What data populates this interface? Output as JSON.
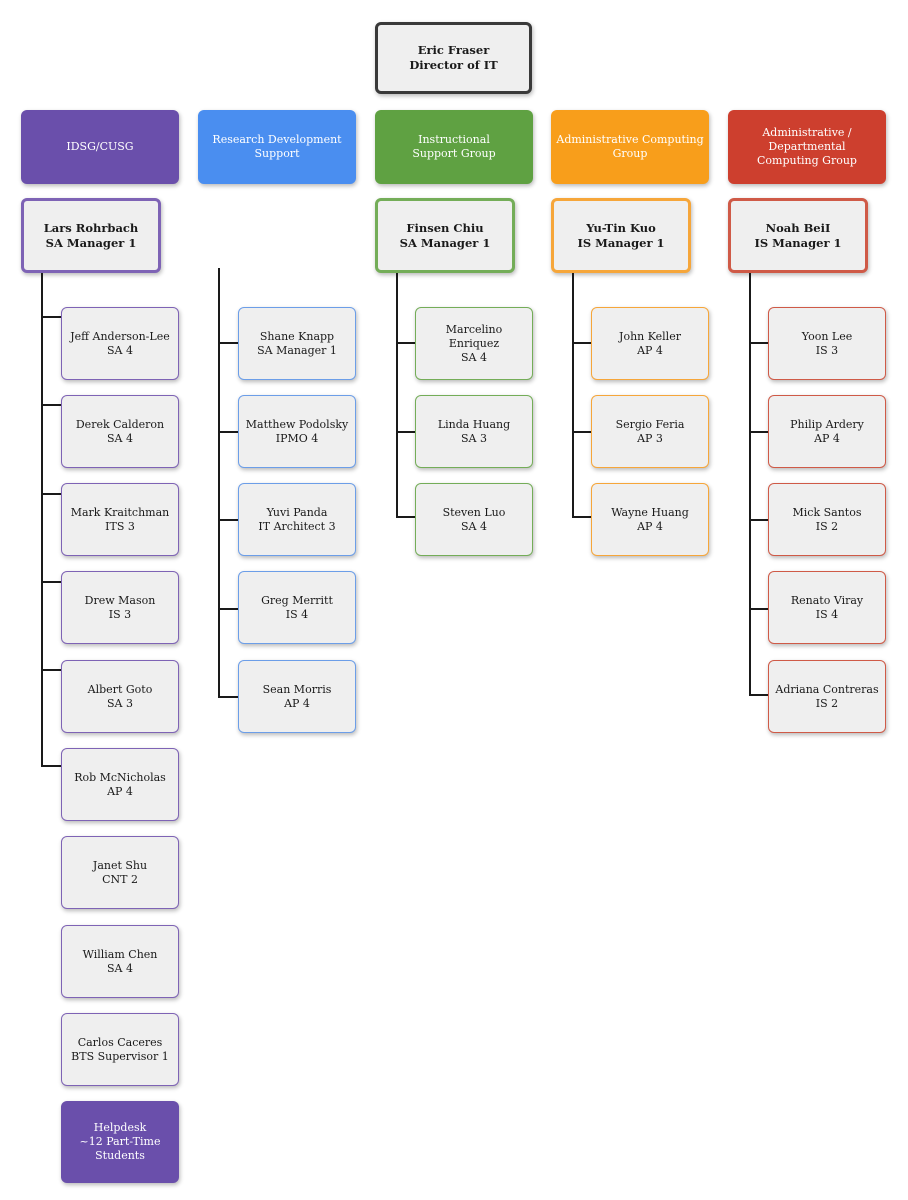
{
  "director": {
    "name": "Eric Fraser",
    "title": "Director of IT"
  },
  "colors": {
    "purple": "#6a4fab",
    "blue": "#4a8ef0",
    "green": "#5fa142",
    "orange": "#f89e1b",
    "red": "#cd3f2e",
    "connector": "#1a1a1a"
  },
  "groups": [
    {
      "name": [
        "IDSG/CUSG"
      ],
      "manager": {
        "name": "Lars Rohrbach",
        "title": "SA Manager 1"
      },
      "staff": [
        {
          "name": "Jeff Anderson-Lee",
          "title": "SA 4"
        },
        {
          "name": "Derek Calderon",
          "title": "SA 4"
        },
        {
          "name": "Mark Kraitchman",
          "title": "ITS 3"
        },
        {
          "name": "Drew Mason",
          "title": "IS 3"
        },
        {
          "name": "Albert Goto",
          "title": "SA 3"
        },
        {
          "name": "Rob McNicholas",
          "title": "AP 4"
        },
        {
          "name": "Janet Shu",
          "title": "CNT 2"
        },
        {
          "name": "William Chen",
          "title": "SA 4"
        },
        {
          "name": "Carlos Caceres",
          "title": "BTS Supervisor 1"
        }
      ],
      "extra": [
        "Helpdesk",
        "~12 Part-Time",
        "Students"
      ]
    },
    {
      "name": [
        "Research Development",
        "Support"
      ],
      "staff": [
        {
          "name": "Shane Knapp",
          "title": "SA Manager 1"
        },
        {
          "name": "Matthew Podolsky",
          "title": "IPMO 4"
        },
        {
          "name": "Yuvi Panda",
          "title": "IT Architect 3"
        },
        {
          "name": "Greg Merritt",
          "title": "IS 4"
        },
        {
          "name": "Sean Morris",
          "title": "AP 4"
        }
      ]
    },
    {
      "name": [
        "Instructional",
        "Support Group"
      ],
      "manager": {
        "name": "Finsen Chiu",
        "title": "SA Manager 1"
      },
      "staff": [
        {
          "name": "Marcelino Enriquez",
          "title": "SA 4"
        },
        {
          "name": "Linda Huang",
          "title": "SA 3"
        },
        {
          "name": "Steven Luo",
          "title": "SA 4"
        }
      ]
    },
    {
      "name": [
        "Administrative Computing",
        "Group"
      ],
      "manager": {
        "name": "Yu-Tin Kuo",
        "title": "IS Manager 1"
      },
      "staff": [
        {
          "name": "John Keller",
          "title": "AP 4"
        },
        {
          "name": "Sergio Feria",
          "title": "AP 3"
        },
        {
          "name": "Wayne Huang",
          "title": "AP 4"
        }
      ]
    },
    {
      "name": [
        "Administrative /",
        "Departmental",
        "Computing Group"
      ],
      "manager": {
        "name": "Noah BeiI",
        "title": "IS Manager 1"
      },
      "staff": [
        {
          "name": "Yoon Lee",
          "title": "IS 3"
        },
        {
          "name": "Philip Ardery",
          "title": "AP 4"
        },
        {
          "name": "Mick Santos",
          "title": "IS 2"
        },
        {
          "name": "Renato Viray",
          "title": "IS 4"
        },
        {
          "name": "Adriana Contreras",
          "title": "IS 2"
        }
      ]
    }
  ]
}
